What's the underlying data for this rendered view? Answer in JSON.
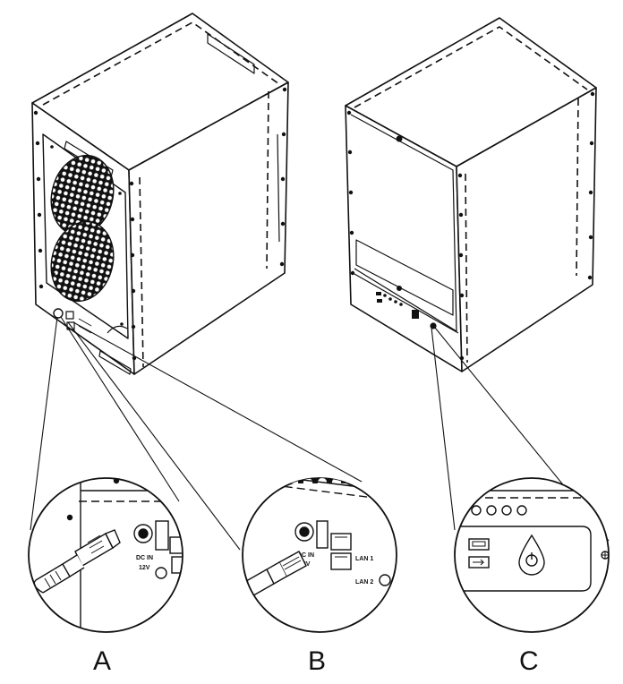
{
  "callouts": [
    {
      "letter": "A"
    },
    {
      "letter": "B"
    },
    {
      "letter": "C"
    }
  ],
  "port_labels": {
    "dc_in": "DC IN",
    "voltage": "12V",
    "lan1": "LAN 1",
    "lan2": "LAN 2"
  },
  "colors": {
    "line": "#111111",
    "background": "#ffffff"
  }
}
